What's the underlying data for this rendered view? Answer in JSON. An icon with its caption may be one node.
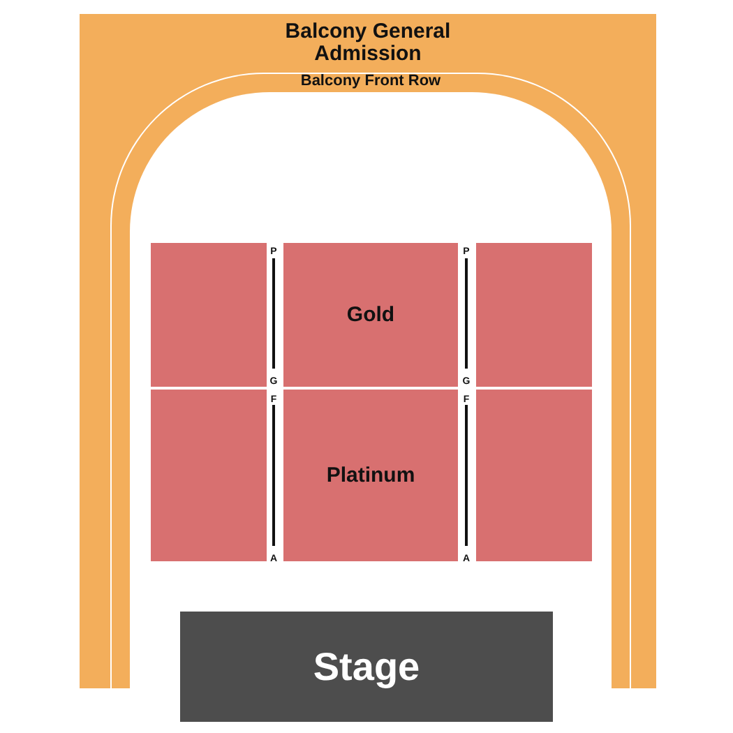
{
  "diagram": {
    "nodes": [
      {
        "text": [
          "Balcony General Admission"
        ]
      },
      {
        "text": [
          "Balcony Front Row"
        ],
        "in": 0
      },
      {
        "text": [],
        "shape": "box",
        "in": 1
      },
      {
        "text": [
          "Gold"
        ],
        "in": 1
      },
      {
        "text": [],
        "shape": "box",
        "in": 1
      },
      {
        "text": [],
        "shape": "box",
        "in": 1
      },
      {
        "text": [
          "Platinum"
        ],
        "in": 1
      },
      {
        "text": [],
        "shape": "box",
        "in": 1
      },
      {
        "text": [
          "Stage"
        ]
      }
    ],
    "labels": [
      "P",
      "P",
      "G",
      "G",
      "F",
      "F",
      "A",
      "A"
    ]
  }
}
